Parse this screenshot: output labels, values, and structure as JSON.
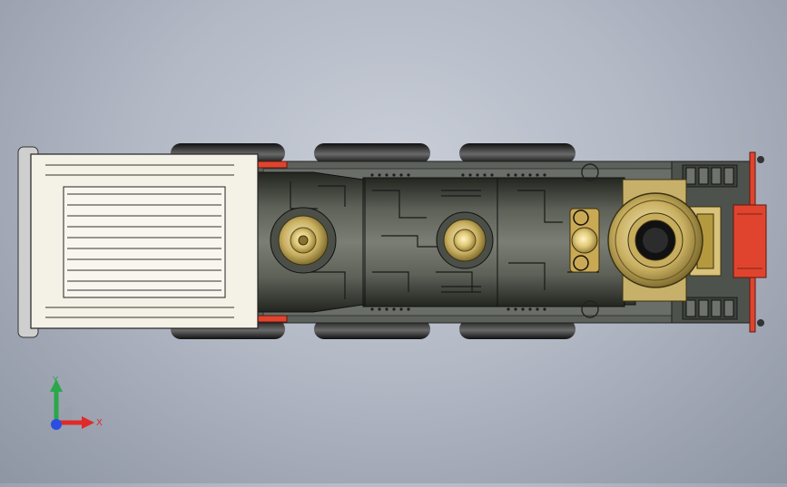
{
  "viewport": {
    "background_top": "#c9ced8",
    "background_bottom": "#8e95a3"
  },
  "model": {
    "type": "steam locomotive",
    "view": "top",
    "colors": {
      "body_dark": "#3c3f3a",
      "body_mid": "#5a5e58",
      "brass": "#d9c27a",
      "brass_dark": "#9d8435",
      "cab_roof": "#f2efe4",
      "wheel": "#2a2a2a",
      "buffer_red": "#e0442e",
      "frame": "#6e726e"
    }
  },
  "triad": {
    "x_label": "X",
    "y_label": "Y",
    "x_color": "#e02a2a",
    "y_color": "#2aa84a",
    "z_color": "#2a4fe0"
  }
}
